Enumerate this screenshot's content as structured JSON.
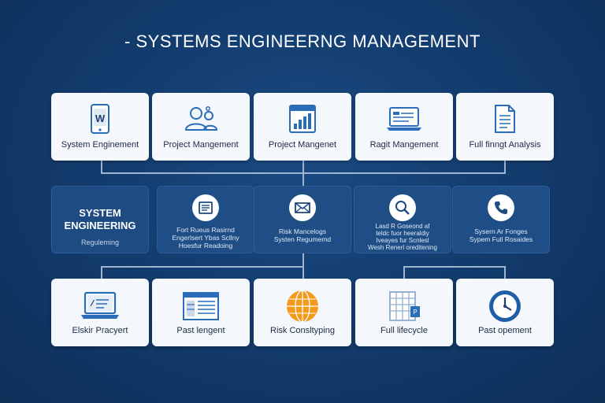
{
  "title": "- SYSTEMS ENGINEERNG MANAGEMENT",
  "top_row": [
    {
      "label": "System Enginement",
      "icon": "phone-w-icon"
    },
    {
      "label": "Project Mangement",
      "icon": "people-icon"
    },
    {
      "label": "Project Mangenet",
      "icon": "bar-chart-icon"
    },
    {
      "label": "Ragit Mangement",
      "icon": "laptop-icon"
    },
    {
      "label": "Full finngt Analysis",
      "icon": "document-icon"
    }
  ],
  "middle_row": [
    {
      "heading": [
        "SYSTEM",
        "ENGINEERING"
      ],
      "sub": "Reguleming"
    },
    {
      "lines": [
        "Fort Rueus Rasirnd",
        "Engerlsert Ybas Scllny",
        "Hoesfur Readoing"
      ],
      "icon": "document-icon"
    },
    {
      "lines": [
        "Risk Mancelogs",
        "Systen Regumemd"
      ],
      "icon": "envelope-icon"
    },
    {
      "lines": [
        "Lasd R Goseond af",
        "teldc fuor heeraldiy",
        "Iveayes fur Scnlesl",
        "Wesh Renerl oreditening"
      ],
      "icon": "search-icon"
    },
    {
      "lines": [
        "Sysern Ar Fonges",
        "Sypem Full Rosaides"
      ],
      "icon": "phone-icon"
    }
  ],
  "bottom_row": [
    {
      "label": "Elskir Pracyert",
      "icon": "laptop-code-icon"
    },
    {
      "label": "Past lengent",
      "icon": "spreadsheet-icon"
    },
    {
      "label": "Risk Consltyping",
      "icon": "globe-icon"
    },
    {
      "label": "Full lifecycle",
      "icon": "grid-document-icon"
    },
    {
      "label": "Past opement",
      "icon": "clock-icon"
    }
  ],
  "colors": {
    "background": "#123a6b",
    "card": "#f4f7fb",
    "mid_card": "#1f4e86",
    "accent": "#2a6db8",
    "orange": "#f39a1c"
  }
}
